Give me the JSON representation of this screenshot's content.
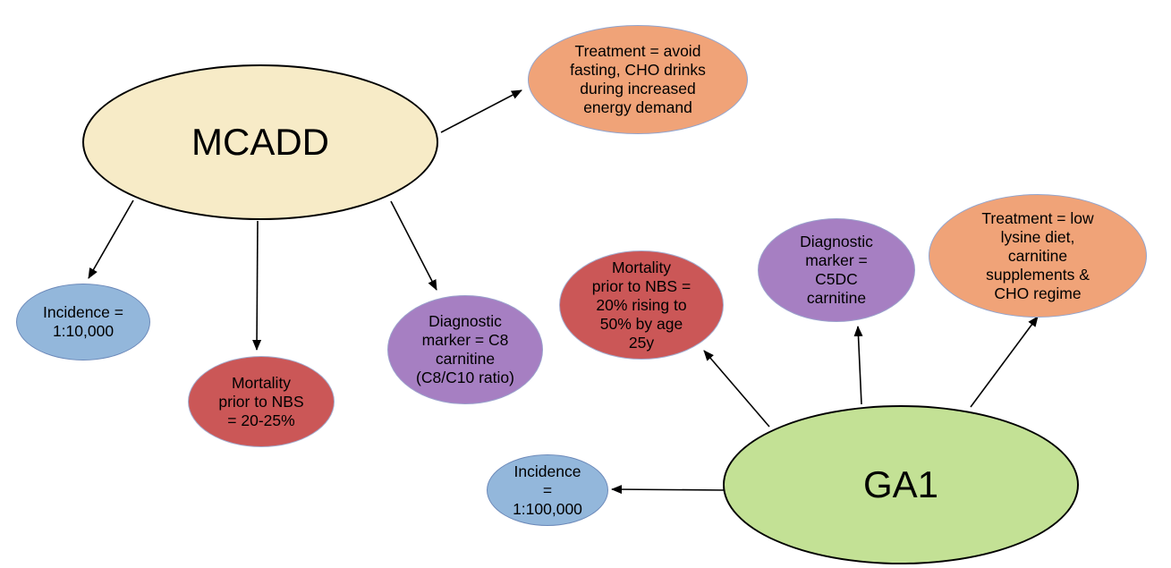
{
  "palette": {
    "background": "#FFFFFF",
    "text_color": "#000000",
    "center_mcadd_fill": "#F7EBC7",
    "center_ga1_fill": "#C3E195",
    "incidence_fill": "#93B7DB",
    "incidence_border": "#6C89B9",
    "mortality_fill": "#CB5757",
    "diagnostic_fill": "#A67FC2",
    "treatment_fill": "#F0A378",
    "satellite_border": "#9AA5CE",
    "center_border": "#000000",
    "arrow_color": "#000000"
  },
  "nodes": {
    "mcadd": {
      "label": "MCADD"
    },
    "mcadd_treatment": {
      "label": "Treatment = avoid\nfasting, CHO drinks\nduring increased\nenergy demand"
    },
    "mcadd_incidence": {
      "label": "Incidence =\n1:10,000"
    },
    "mcadd_mortality": {
      "label": "Mortality\nprior to NBS\n= 20-25%"
    },
    "mcadd_diagnostic": {
      "label": "Diagnostic\nmarker = C8\ncarnitine\n(C8/C10 ratio)"
    },
    "ga1": {
      "label": "GA1"
    },
    "ga1_mortality": {
      "label": "Mortality\nprior to NBS =\n20% rising to\n50% by age\n25y"
    },
    "ga1_diagnostic": {
      "label": "Diagnostic\nmarker =\nC5DC\ncarnitine"
    },
    "ga1_treatment": {
      "label": "Treatment = low\nlysine diet,\ncarnitine\nsupplements &\nCHO regime"
    },
    "ga1_incidence": {
      "label": "Incidence\n=\n1:100,000"
    }
  },
  "edges": [
    {
      "from": "mcadd",
      "to": "mcadd_treatment"
    },
    {
      "from": "mcadd",
      "to": "mcadd_incidence"
    },
    {
      "from": "mcadd",
      "to": "mcadd_mortality"
    },
    {
      "from": "mcadd",
      "to": "mcadd_diagnostic"
    },
    {
      "from": "ga1",
      "to": "ga1_mortality"
    },
    {
      "from": "ga1",
      "to": "ga1_diagnostic"
    },
    {
      "from": "ga1",
      "to": "ga1_treatment"
    },
    {
      "from": "ga1",
      "to": "ga1_incidence"
    }
  ]
}
